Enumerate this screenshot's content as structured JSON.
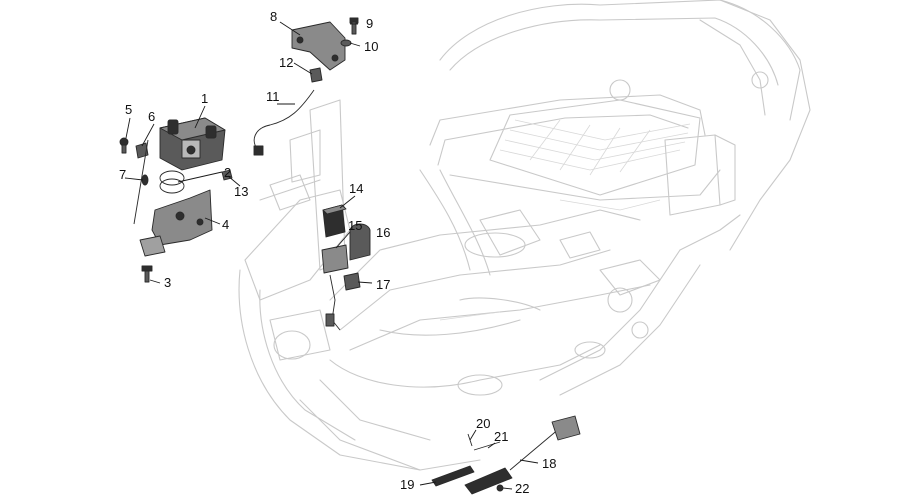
{
  "diagram": {
    "callouts": [
      {
        "id": "1",
        "label": "1"
      },
      {
        "id": "2",
        "label": "2"
      },
      {
        "id": "3",
        "label": "3"
      },
      {
        "id": "4",
        "label": "4"
      },
      {
        "id": "5",
        "label": "5"
      },
      {
        "id": "6",
        "label": "6"
      },
      {
        "id": "7",
        "label": "7"
      },
      {
        "id": "8",
        "label": "8"
      },
      {
        "id": "9",
        "label": "9"
      },
      {
        "id": "10",
        "label": "10"
      },
      {
        "id": "11",
        "label": "11"
      },
      {
        "id": "12",
        "label": "12"
      },
      {
        "id": "13",
        "label": "13"
      },
      {
        "id": "14",
        "label": "14"
      },
      {
        "id": "15",
        "label": "15"
      },
      {
        "id": "16",
        "label": "16"
      },
      {
        "id": "17",
        "label": "17"
      },
      {
        "id": "18",
        "label": "18"
      },
      {
        "id": "19",
        "label": "19"
      },
      {
        "id": "20",
        "label": "20"
      },
      {
        "id": "21",
        "label": "21"
      },
      {
        "id": "22",
        "label": "22"
      }
    ],
    "colors": {
      "frame_outline": "#c9c9c9",
      "part_fill": "#8a8a8a",
      "part_dark": "#2e2e2e",
      "callout_text": "#111111"
    }
  }
}
